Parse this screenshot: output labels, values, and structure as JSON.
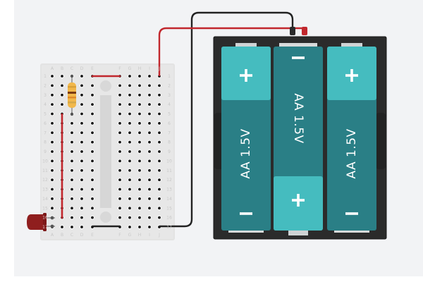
{
  "circuit": {
    "breadboard": {
      "columns_left": [
        "A",
        "B",
        "C",
        "D",
        "E"
      ],
      "columns_right": [
        "F",
        "G",
        "H",
        "I",
        "J"
      ],
      "rows": 17
    },
    "battery_pack": {
      "cells": [
        {
          "label": "AA 1.5V",
          "top_sign": "+",
          "bottom_sign": "−",
          "orientation": "up"
        },
        {
          "label": "AA 1.5V",
          "top_sign": "−",
          "bottom_sign": "+",
          "orientation": "down"
        },
        {
          "label": "AA 1.5V",
          "top_sign": "+",
          "bottom_sign": "−",
          "orientation": "up"
        }
      ]
    },
    "components": {
      "resistor": "resistor",
      "led": "red-led"
    },
    "colors": {
      "canvas": "#f2f3f5",
      "board": "#e2e2e2",
      "wire_red": "#c1272d",
      "wire_black": "#222222",
      "cell_light": "#45bcbf",
      "cell_dark": "#2a7f86",
      "holder": "#2b2b2b",
      "led": "#8f1e1e"
    }
  }
}
